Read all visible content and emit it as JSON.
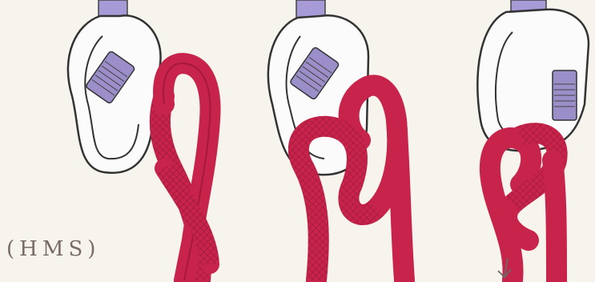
{
  "caption": "(HMS)",
  "colors": {
    "paper": "#f7f4ee",
    "rope": "#c8234a",
    "rope_dark": "#8e1330",
    "carabiner_outline": "#3a3a3a",
    "gate_sleeve": "#9b8ec9",
    "sling": "#a89ad6"
  },
  "panels": [
    {
      "step": 1,
      "name": "loop-over-carabiner"
    },
    {
      "step": 2,
      "name": "loop-through-carabiner"
    },
    {
      "step": 3,
      "name": "munter-hitch-finished"
    }
  ],
  "icons": [
    "arrow-down-icon"
  ]
}
